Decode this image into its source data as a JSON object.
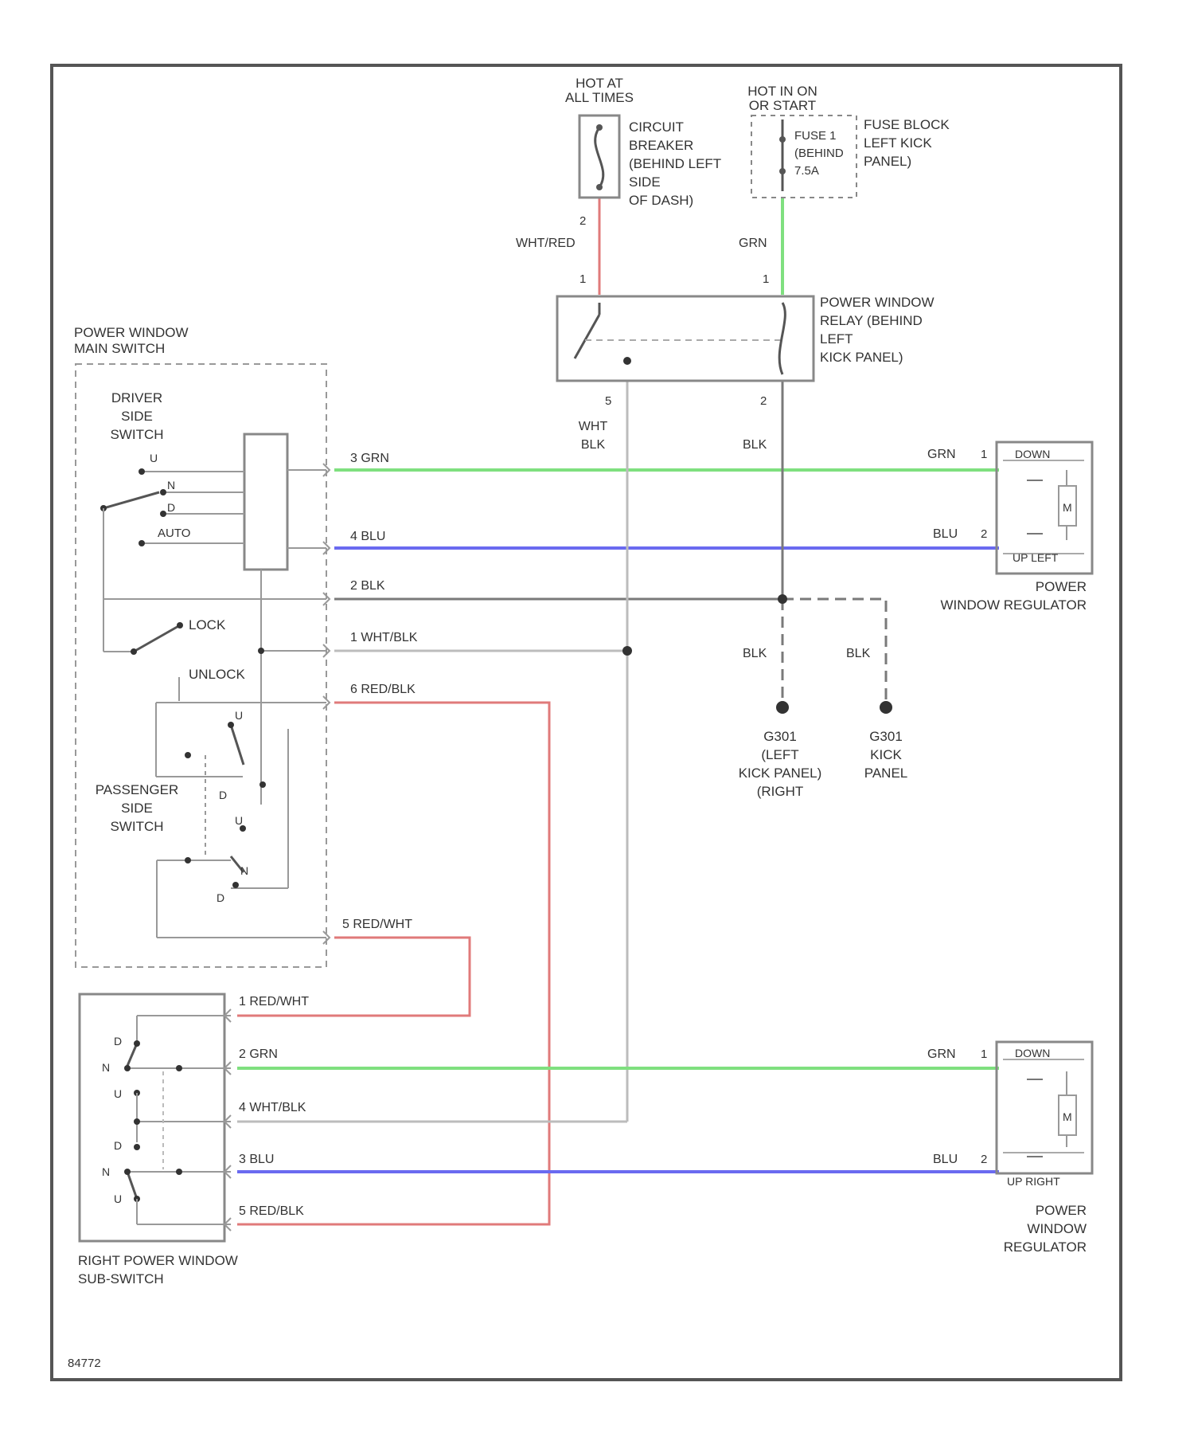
{
  "colors": {
    "grn": "#7fe07f",
    "blu": "#6a6af0",
    "red": "#e07a7a",
    "blk": "#7a7a7a",
    "wht": "#bcbcbc",
    "frame": "#555555"
  },
  "labels": {
    "hot_at_all_times": [
      "HOT AT",
      "ALL TIMES"
    ],
    "hot_in_on": [
      "HOT IN ON",
      "OR START"
    ],
    "circuit_breaker": [
      "CIRCUIT",
      "BREAKER",
      "(BEHIND LEFT",
      "SIDE",
      "OF DASH)"
    ],
    "fuse_block": [
      "FUSE BLOCK",
      "LEFT KICK",
      "PANEL)"
    ],
    "fuse": [
      "FUSE 1",
      "(BEHIND",
      "7.5A"
    ],
    "relay": [
      "POWER WINDOW",
      "RELAY (BEHIND",
      "LEFT",
      "KICK PANEL)"
    ],
    "main_switch": [
      "POWER WINDOW",
      "MAIN SWITCH"
    ],
    "driver_switch": [
      "DRIVER",
      "SIDE",
      "SWITCH"
    ],
    "passenger_switch": [
      "PASSENGER",
      "SIDE",
      "SWITCH"
    ],
    "lock": "LOCK",
    "unlock": "UNLOCK",
    "auto": "AUTO",
    "sub_switch": [
      "RIGHT POWER WINDOW",
      "SUB-SWITCH"
    ],
    "regulator_left": [
      "POWER",
      "WINDOW REGULATOR"
    ],
    "regulator_right": [
      "POWER",
      "WINDOW",
      "REGULATOR"
    ],
    "motor_down": "DOWN",
    "motor_up_left": "UP LEFT",
    "motor_up_right": "UP RIGHT",
    "motor": "M",
    "ground_left": [
      "G301",
      "(LEFT",
      "KICK PANEL)",
      "(RIGHT"
    ],
    "ground_right": [
      "G301",
      "KICK",
      "PANEL"
    ],
    "figure_id": "84772"
  },
  "wires": {
    "wht_red": "WHT/RED",
    "grn": "GRN",
    "wht_blk": [
      "WHT",
      "BLK"
    ],
    "blk": "BLK",
    "main_grn": "3  GRN",
    "main_blu": "4  BLU",
    "main_blk": "2  BLK",
    "main_whtblk": "1  WHT/BLK",
    "main_redblk": "6  RED/BLK",
    "main_redwht": "5  RED/WHT",
    "sub_redwht": "1  RED/WHT",
    "sub_grn": "2  GRN",
    "sub_whtblk": "4  WHT/BLK",
    "sub_blu": "3  BLU",
    "sub_redblk": "5  RED/BLK",
    "reg_grn": "GRN",
    "reg_blu": "BLU",
    "gnd_blk": "BLK"
  },
  "pins": {
    "cb_out": "2",
    "relay_in": "1",
    "fuse_out": "1",
    "relay_5": "5",
    "relay_2": "2",
    "reg_1": "1",
    "reg_2": "2"
  },
  "switch_positions": {
    "d": "D",
    "n": "N",
    "u": "U"
  }
}
